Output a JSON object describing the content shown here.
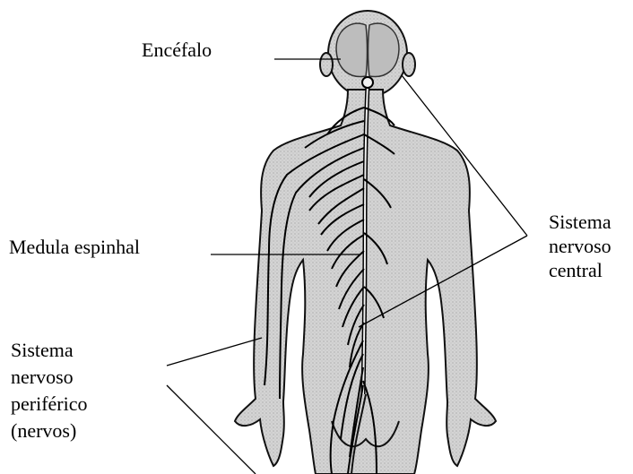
{
  "labels": {
    "encefalo": "Encéfalo",
    "medula": "Medula espinhal",
    "snc": [
      "Sistema",
      "nervoso",
      "central"
    ],
    "snp": [
      "Sistema",
      "nervoso",
      "periférico",
      "(nervos)"
    ]
  },
  "colors": {
    "body_fill": "#cfcfcf",
    "outline": "#111111",
    "nerve": "#000000"
  }
}
